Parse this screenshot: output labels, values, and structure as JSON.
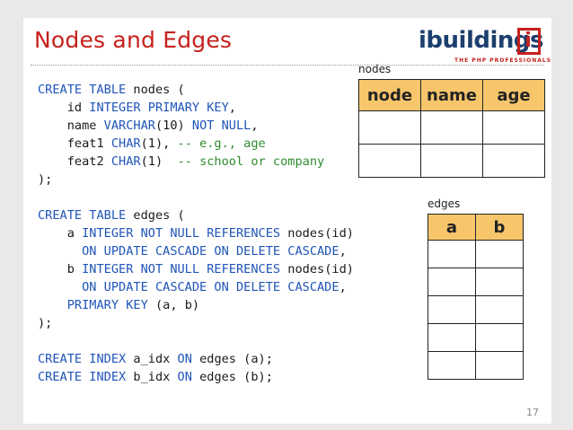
{
  "slide": {
    "title": "Nodes and Edges",
    "page_number": "17"
  },
  "logo": {
    "text": "ibuildings",
    "bracket_letter": "i",
    "tagline": "THE PHP PROFESSIONALS"
  },
  "code_lines": [
    [
      {
        "t": "CREATE TABLE",
        "c": "kw"
      },
      {
        "t": " nodes (",
        "c": ""
      }
    ],
    [
      {
        "t": "    id ",
        "c": ""
      },
      {
        "t": "INTEGER PRIMARY KEY",
        "c": "kw"
      },
      {
        "t": ",",
        "c": ""
      }
    ],
    [
      {
        "t": "    name ",
        "c": ""
      },
      {
        "t": "VARCHAR",
        "c": "kw"
      },
      {
        "t": "(10) ",
        "c": ""
      },
      {
        "t": "NOT NULL",
        "c": "kw"
      },
      {
        "t": ",",
        "c": ""
      }
    ],
    [
      {
        "t": "    feat1 ",
        "c": ""
      },
      {
        "t": "CHAR",
        "c": "kw"
      },
      {
        "t": "(1), ",
        "c": ""
      },
      {
        "t": "-- e.g., age",
        "c": "cm"
      }
    ],
    [
      {
        "t": "    feat2 ",
        "c": ""
      },
      {
        "t": "CHAR",
        "c": "kw"
      },
      {
        "t": "(1)  ",
        "c": ""
      },
      {
        "t": "-- school or company",
        "c": "cm"
      }
    ],
    [
      {
        "t": ");",
        "c": ""
      }
    ],
    [
      {
        "t": "",
        "c": ""
      }
    ],
    [
      {
        "t": "CREATE TABLE",
        "c": "kw"
      },
      {
        "t": " edges (",
        "c": ""
      }
    ],
    [
      {
        "t": "    a ",
        "c": ""
      },
      {
        "t": "INTEGER NOT NULL REFERENCES",
        "c": "kw"
      },
      {
        "t": " nodes(id)",
        "c": ""
      }
    ],
    [
      {
        "t": "      ",
        "c": ""
      },
      {
        "t": "ON UPDATE CASCADE ON DELETE CASCADE",
        "c": "kw"
      },
      {
        "t": ",",
        "c": ""
      }
    ],
    [
      {
        "t": "    b ",
        "c": ""
      },
      {
        "t": "INTEGER NOT NULL REFERENCES",
        "c": "kw"
      },
      {
        "t": " nodes(id)",
        "c": ""
      }
    ],
    [
      {
        "t": "      ",
        "c": ""
      },
      {
        "t": "ON UPDATE CASCADE ON DELETE CASCADE",
        "c": "kw"
      },
      {
        "t": ",",
        "c": ""
      }
    ],
    [
      {
        "t": "    ",
        "c": ""
      },
      {
        "t": "PRIMARY KEY",
        "c": "kw"
      },
      {
        "t": " (a, b)",
        "c": ""
      }
    ],
    [
      {
        "t": ");",
        "c": ""
      }
    ],
    [
      {
        "t": "",
        "c": ""
      }
    ],
    [
      {
        "t": "CREATE INDEX",
        "c": "kw"
      },
      {
        "t": " a_idx ",
        "c": ""
      },
      {
        "t": "ON",
        "c": "kw"
      },
      {
        "t": " edges (a);",
        "c": ""
      }
    ],
    [
      {
        "t": "CREATE INDEX",
        "c": "kw"
      },
      {
        "t": " b_idx ",
        "c": ""
      },
      {
        "t": "ON",
        "c": "kw"
      },
      {
        "t": " edges (b);",
        "c": ""
      }
    ]
  ],
  "nodes_table": {
    "label": "nodes",
    "headers": [
      "node",
      "name",
      "age"
    ],
    "empty_rows": 2
  },
  "edges_table": {
    "label": "edges",
    "headers": [
      "a",
      "b"
    ],
    "empty_rows": 5
  },
  "colors": {
    "title": "#c5211c",
    "keyword": "#1f55b8",
    "comment": "#2e8a2e",
    "header_fill": "#f7c66b"
  }
}
